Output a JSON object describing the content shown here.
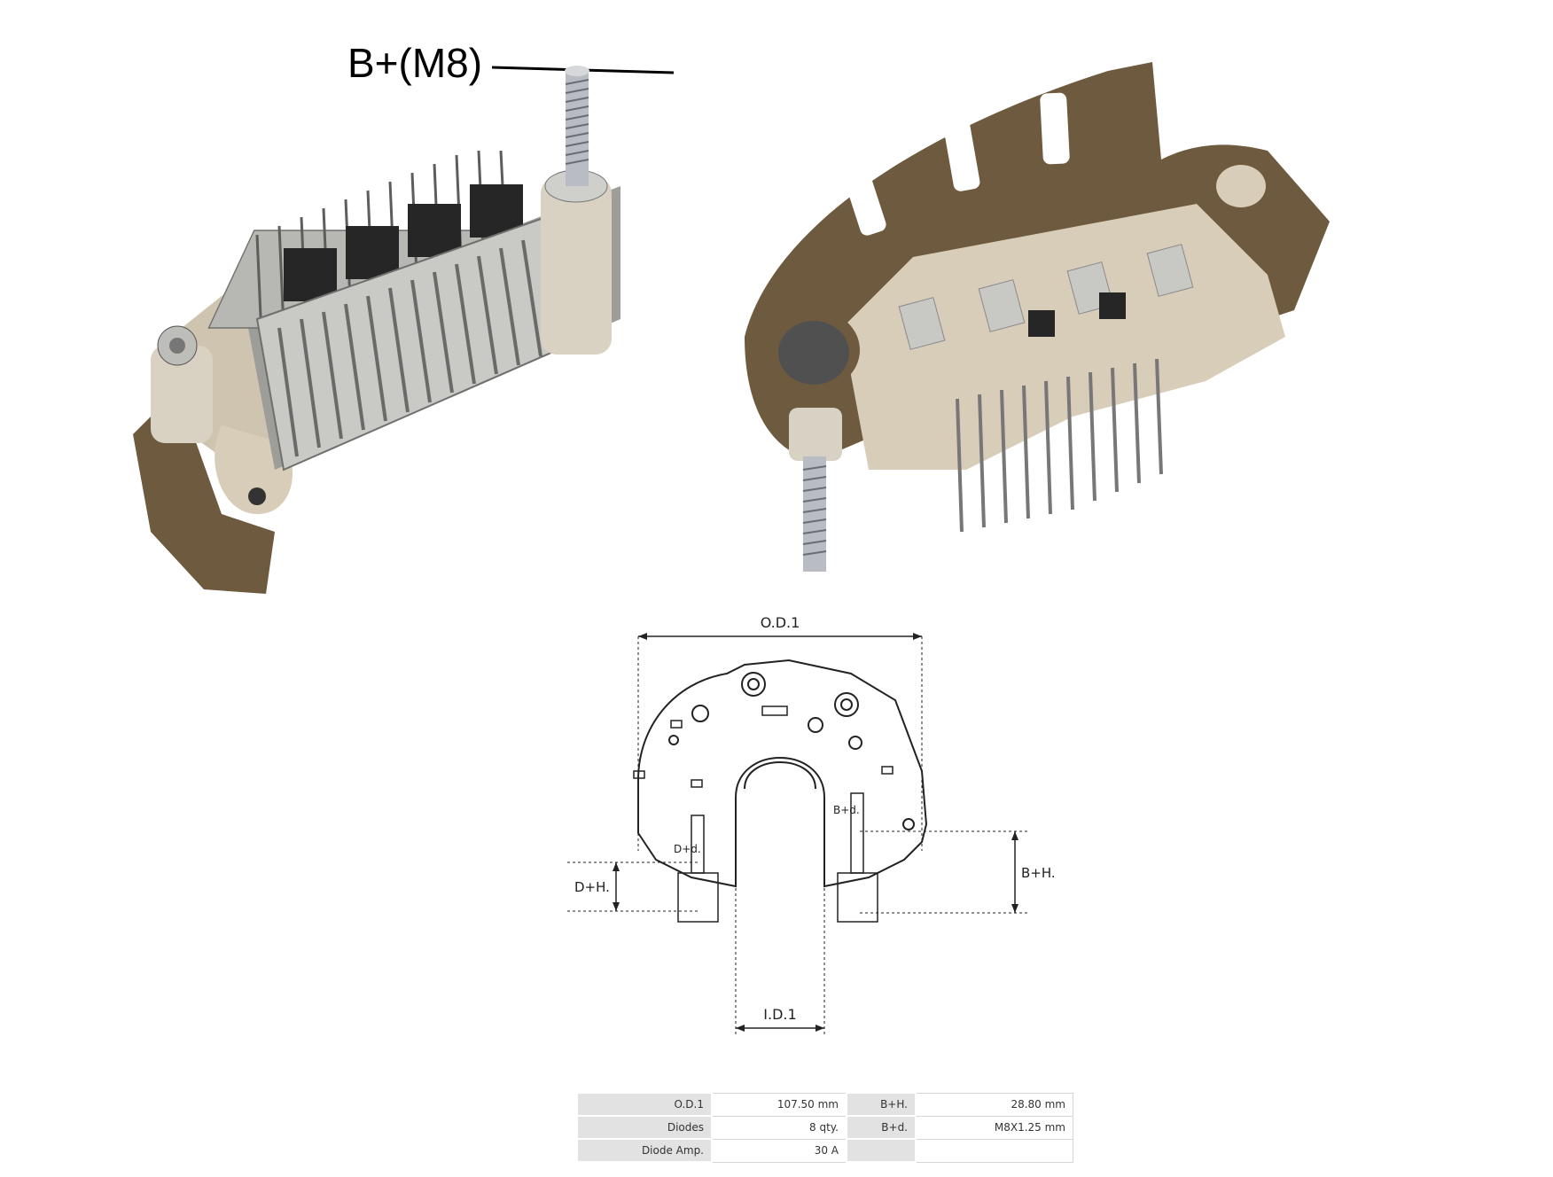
{
  "callout": {
    "label": "B+(M8)"
  },
  "diagram": {
    "od_label": "O.D.1",
    "id_label": "I.D.1",
    "dh_label": "D+H.",
    "dd_label": "D+d.",
    "bh_label": "B+H.",
    "bd_label": "B+d."
  },
  "specs": {
    "rows": [
      {
        "k1": "O.D.1",
        "v1": "107.50 mm",
        "k2": "B+H.",
        "v2": "28.80 mm"
      },
      {
        "k1": "Diodes",
        "v1": "8 qty.",
        "k2": "B+d.",
        "v2": "M8X1.25 mm"
      },
      {
        "k1": "Diode Amp.",
        "v1": "30 A",
        "k2": "",
        "v2": ""
      }
    ]
  },
  "colors": {
    "plastic_brown": "#6e5a3e",
    "plastic_beige": "#d8cdb8",
    "heatsink_metal": "#b7b7b4",
    "line": "#222222"
  }
}
